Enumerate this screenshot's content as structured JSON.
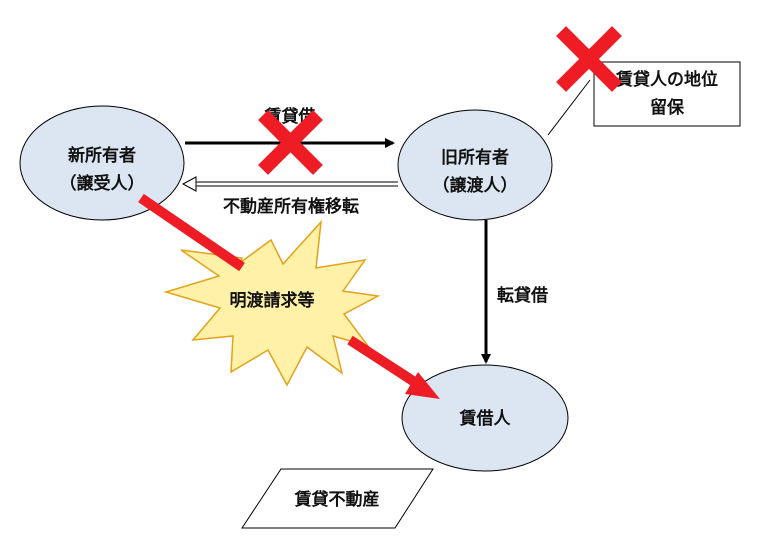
{
  "nodes": {
    "new_owner": {
      "line1": "新所有者",
      "line2": "（譲受人）"
    },
    "old_owner": {
      "line1": "旧所有者",
      "line2": "（譲渡人）"
    },
    "tenant": {
      "label": "賃借人"
    },
    "callout": {
      "line1": "賃貸人の地位",
      "line2": "留保"
    },
    "property": {
      "label": "賃貸不動産"
    },
    "burst": {
      "label": "明渡請求等"
    }
  },
  "edges": {
    "lease": {
      "label": "賃貸借",
      "status": "denied"
    },
    "transfer": {
      "label": "不動産所有権移転"
    },
    "sublease": {
      "label": "転貸借"
    },
    "eviction_claim": {
      "label": "明渡請求等"
    }
  },
  "colors": {
    "ellipse_fill": "#dce6f2",
    "burst_fill": "#fff2a8",
    "burst_stroke": "#e3a21a",
    "red": "#ee1c24",
    "line": "#000000"
  }
}
